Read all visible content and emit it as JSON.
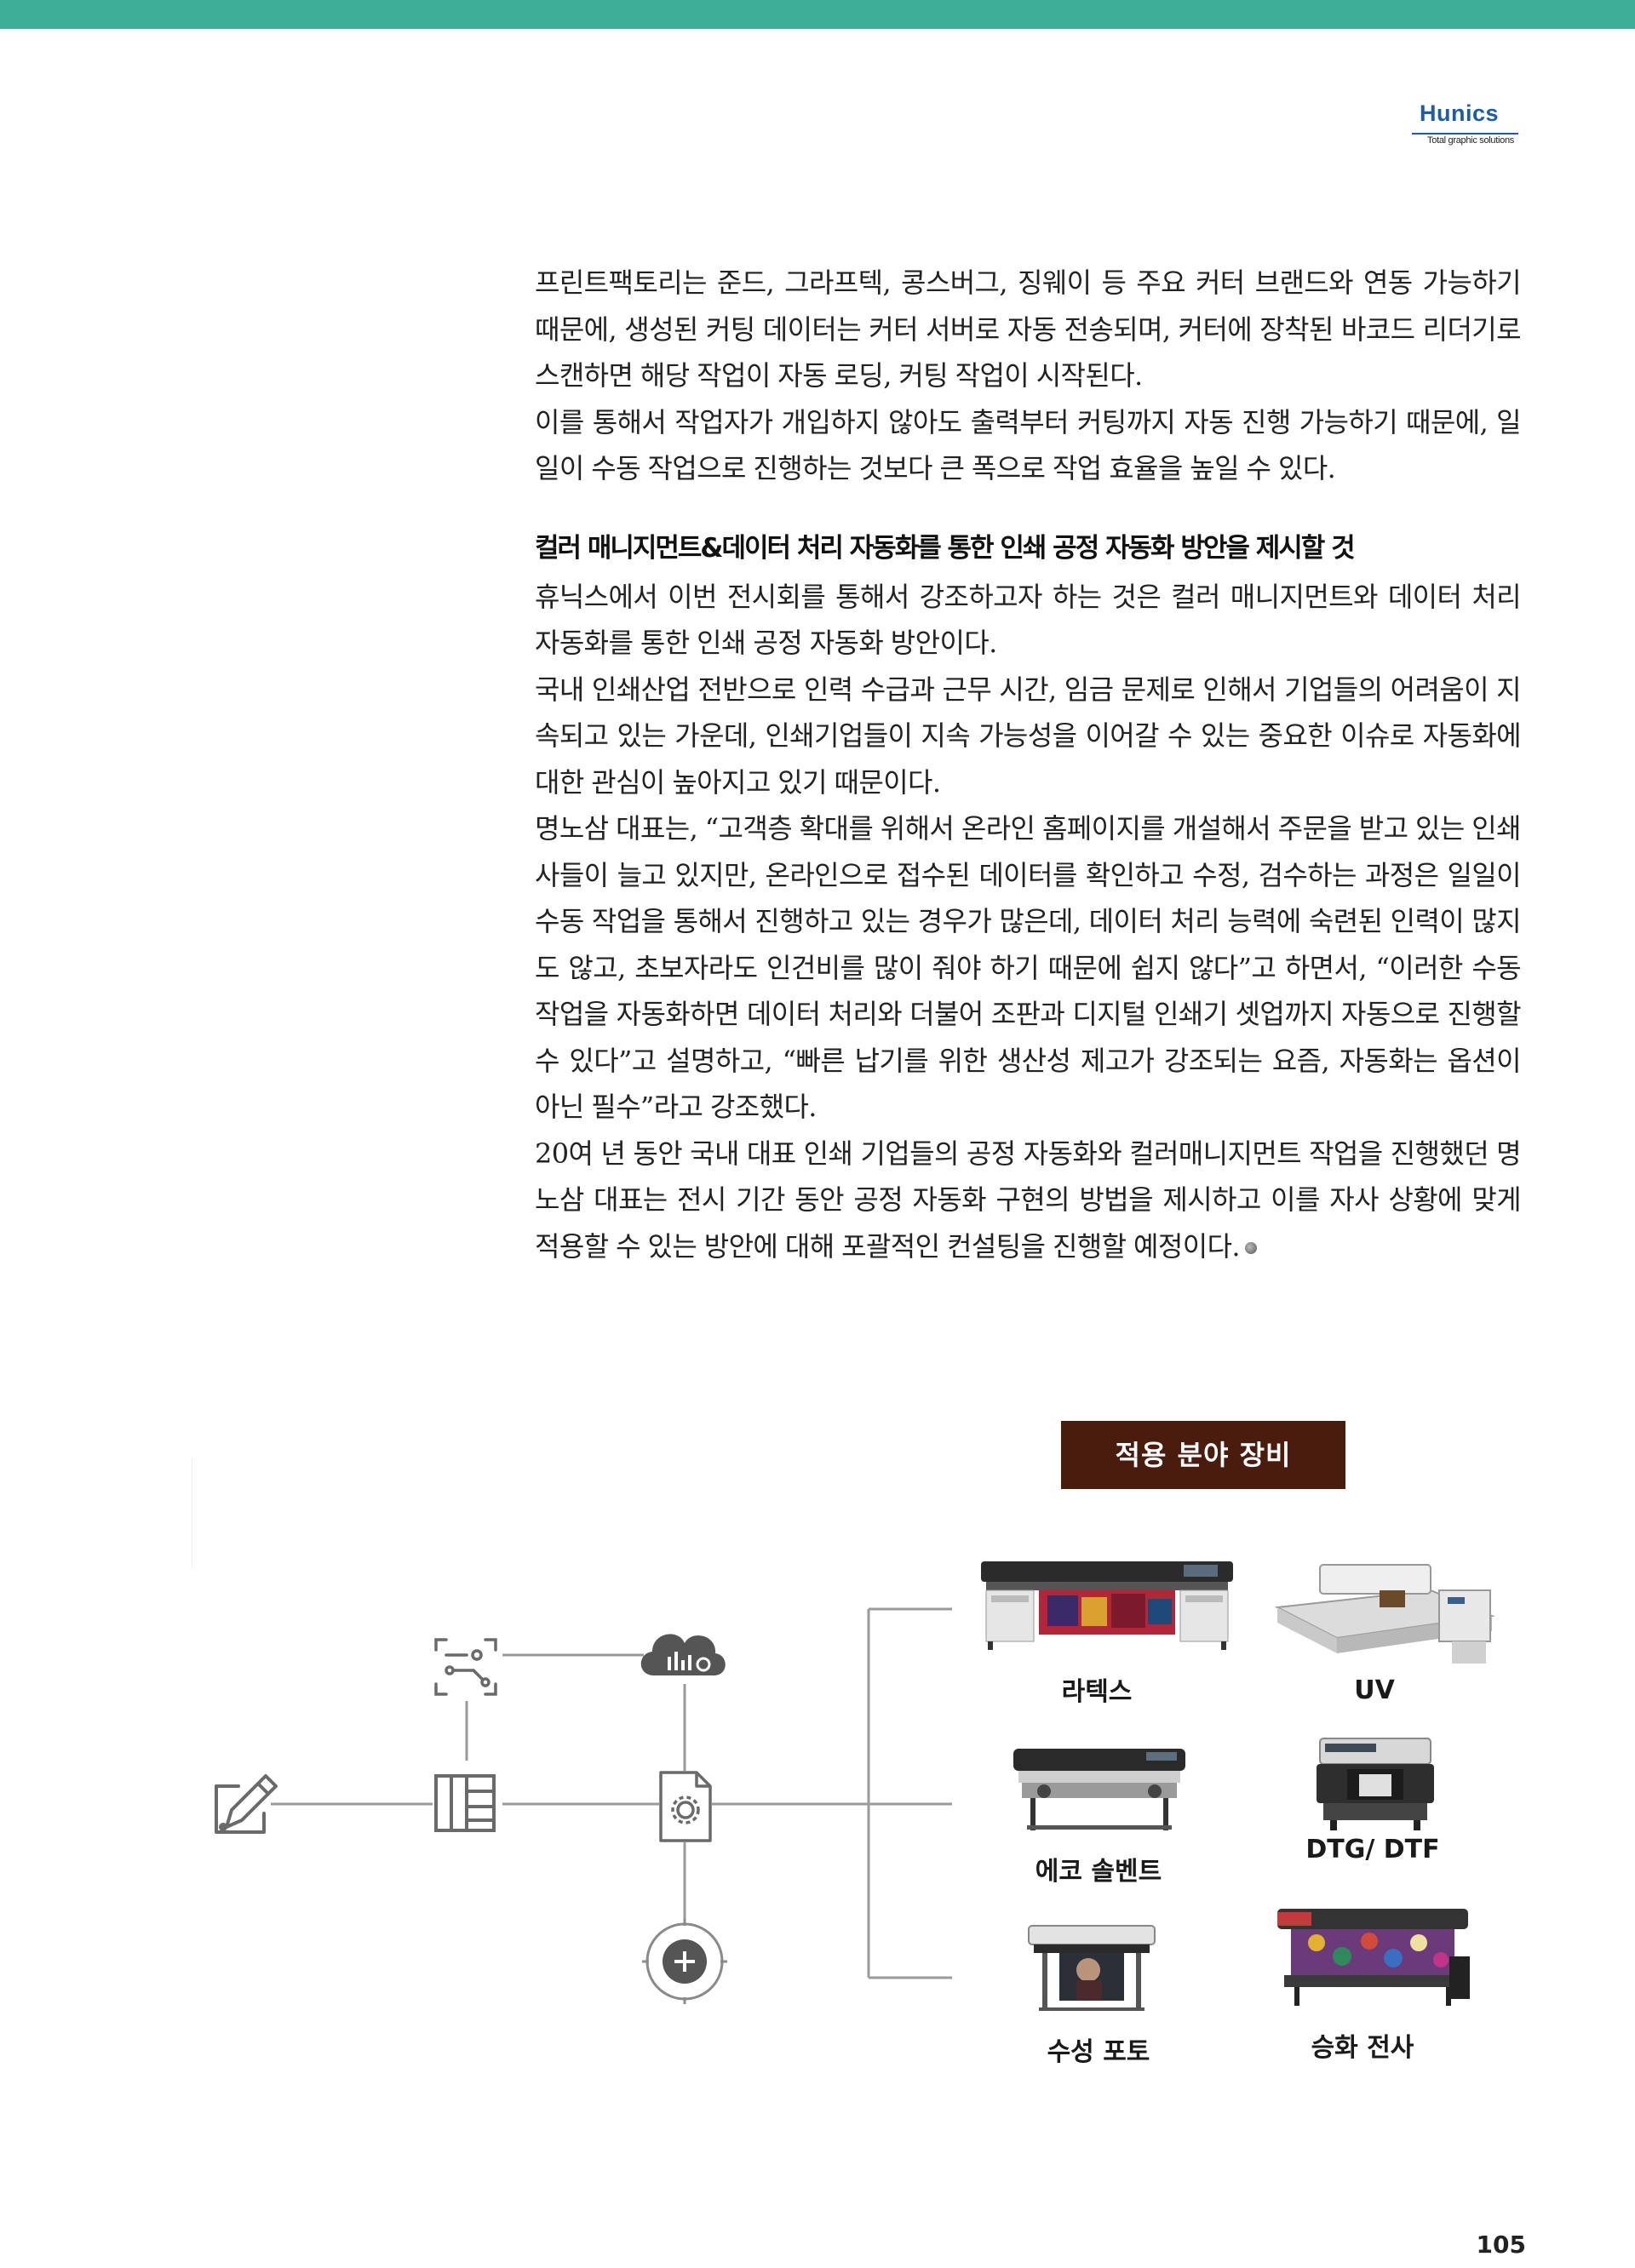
{
  "header": {
    "brand": "Hunics",
    "tagline": "Total graphic solutions",
    "accent_color": "#3fae96",
    "brand_color": "#1d5da5"
  },
  "article": {
    "paragraphs_top": [
      "프린트팩토리는 준드, 그라프텍, 콩스버그, 징웨이 등 주요 커터 브랜드와 연동 가능하기 때문에, 생성된 커팅 데이터는 커터 서버로 자동 전송되며, 커터에 장착된 바코드 리더기로 스캔하면 해당 작업이 자동 로딩, 커팅 작업이 시작된다.",
      "이를 통해서 작업자가 개입하지 않아도 출력부터 커팅까지 자동 진행 가능하기 때문에, 일일이 수동 작업으로 진행하는 것보다 큰 폭으로 작업 효율을 높일 수 있다."
    ],
    "heading": "컬러 매니지먼트&데이터 처리 자동화를 통한 인쇄 공정 자동화 방안을 제시할 것",
    "paragraphs_bottom": [
      "휴닉스에서 이번 전시회를 통해서 강조하고자 하는 것은 컬러 매니지먼트와 데이터 처리 자동화를 통한 인쇄 공정 자동화 방안이다.",
      "국내 인쇄산업 전반으로 인력 수급과 근무 시간, 임금 문제로 인해서 기업들의 어려움이 지속되고 있는 가운데, 인쇄기업들이 지속 가능성을 이어갈 수 있는 중요한 이슈로 자동화에 대한 관심이 높아지고 있기 때문이다.",
      "명노삼 대표는, “고객층 확대를 위해서 온라인 홈페이지를 개설해서 주문을 받고 있는 인쇄사들이 늘고 있지만, 온라인으로 접수된 데이터를 확인하고 수정, 검수하는 과정은 일일이 수동 작업을 통해서 진행하고 있는 경우가 많은데, 데이터 처리 능력에 숙련된 인력이 많지도 않고, 초보자라도 인건비를 많이 줘야 하기 때문에 쉽지 않다”고 하면서, “이러한 수동 작업을 자동화하면 데이터 처리와 더불어 조판과 디지털 인쇄기 셋업까지 자동으로 진행할 수 있다”고 설명하고, “빠른 납기를 위한 생산성 제고가 강조되는 요즘, 자동화는 옵션이 아닌 필수”라고 강조했다.",
      "20여 년 동안 국내 대표 인쇄 기업들의 공정 자동화와 컬러매니지먼트 작업을 진행했던 명노삼 대표는 전시 기간 동안 공정 자동화 구현의 방법을 제시하고 이를 자사 상황에 맞게 적용할 수 있는 방안에 대해 포괄적인 컨설팅을 진행할 예정이다."
    ]
  },
  "diagram": {
    "label": "적용 분야 장비",
    "label_color": "#4a1c0e",
    "icons": [
      "edit-icon",
      "layout-grid-icon",
      "scan-flow-icon",
      "cloud-chart-icon",
      "document-gear-icon",
      "add-target-icon"
    ],
    "devices": [
      {
        "name": "라텍스"
      },
      {
        "name": "UV"
      },
      {
        "name": "에코 솔벤트"
      },
      {
        "name": "DTG/ DTF"
      },
      {
        "name": "수성 포토"
      },
      {
        "name": "승화 전사"
      }
    ]
  },
  "page_number": "105"
}
